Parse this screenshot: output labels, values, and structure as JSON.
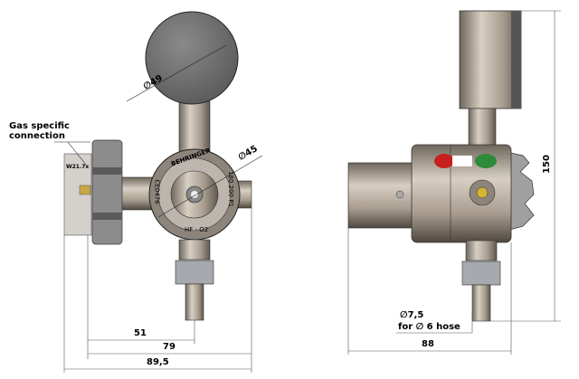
{
  "front_view": {
    "callout": {
      "line1": "Gas specific",
      "line2": "connection"
    },
    "thread_label": "W21.7x",
    "brand": "BEHRINGER",
    "marking_ce": "CE0476",
    "marking_pressure": "180 200 P1",
    "marking_gas": "HF - O2",
    "dimensions": {
      "gauge_diameter": "∅49",
      "body_diameter": "∅45",
      "width_51": "51",
      "width_79": "79",
      "width_total": "89,5"
    }
  },
  "side_view": {
    "dimensions": {
      "height": "150",
      "depth": "88",
      "hose_diameter": "∅7,5",
      "hose_note": "for ∅ 6 hose"
    }
  },
  "colors": {
    "metal": "#b5a999",
    "gauge": "#6e6e6e",
    "knob": "#8a8a8a",
    "red": "#c8201e",
    "green": "#2e8b3a"
  }
}
